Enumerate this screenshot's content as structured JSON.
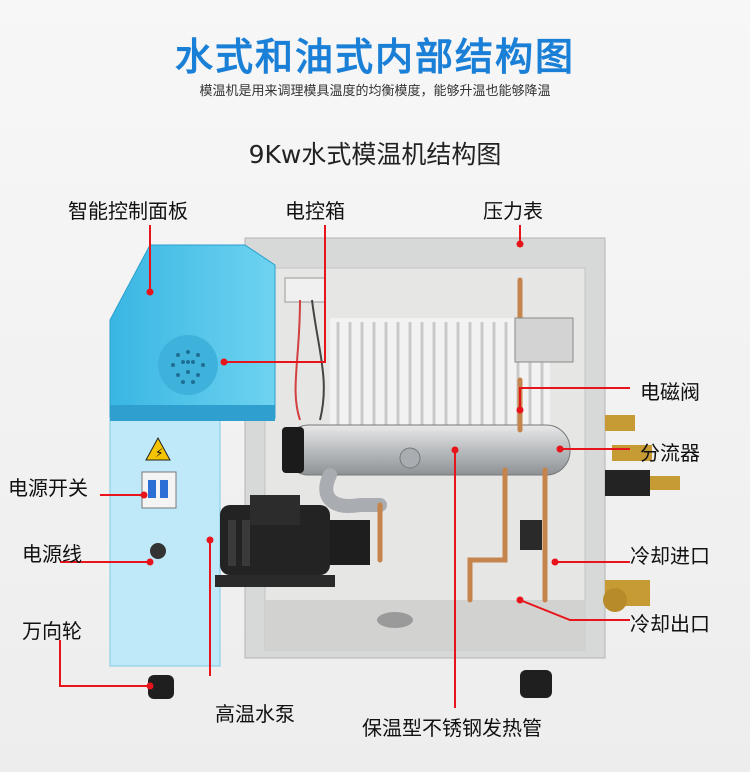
{
  "header": {
    "title": "水式和油式内部结构图",
    "subtitle": "模温机是用来调理模具温度的均衡模度，能够升温也能够降温",
    "sub_heading": "9Kw水式模温机结构图"
  },
  "labels": {
    "control_panel": "智能控制面板",
    "electric_box": "电控箱",
    "pressure_gauge": "压力表",
    "solenoid_valve": "电磁阀",
    "flow_divider": "分流器",
    "power_switch": "电源开关",
    "power_cord": "电源线",
    "cooling_inlet": "冷却进口",
    "cooling_outlet": "冷却出口",
    "caster": "万向轮",
    "pump": "高温水泵",
    "heater_tube": "保温型不锈钢发热管"
  },
  "colors": {
    "title_blue": "#1a7fd6",
    "panel_cyan": "#4fc4e8",
    "leader_red": "#e8141b"
  }
}
